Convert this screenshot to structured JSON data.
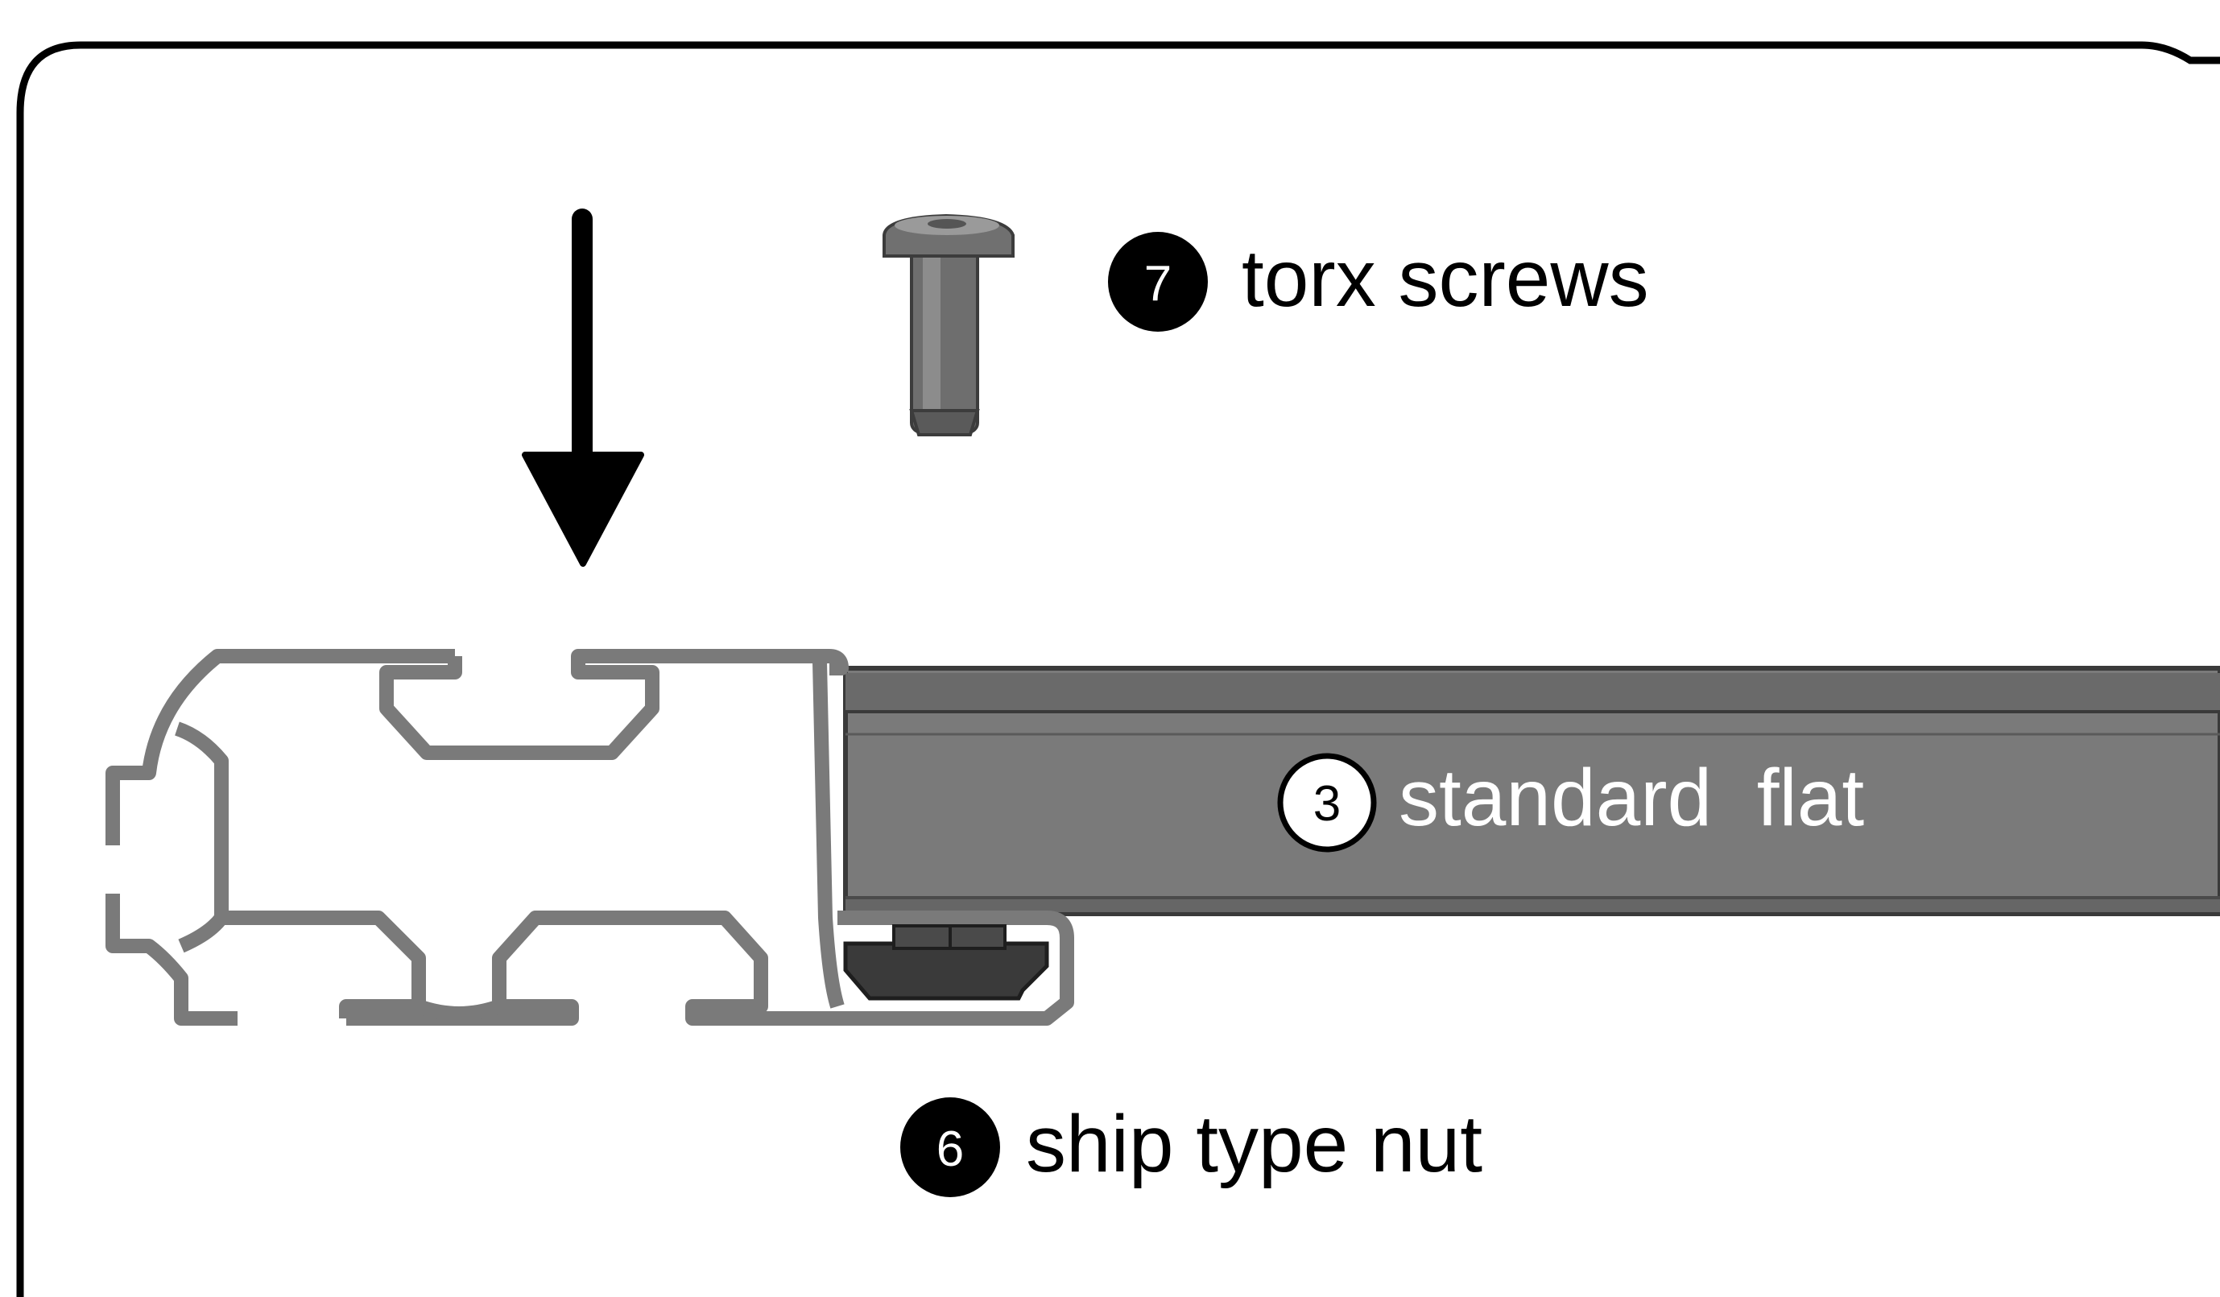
{
  "labels": {
    "screws": {
      "number": "7",
      "text": "torx screws"
    },
    "flat": {
      "number": "3",
      "text": "standard  flat"
    },
    "nut": {
      "number": "6",
      "text": "ship type nut"
    }
  },
  "colors": {
    "frame": "#000000",
    "profile_stroke": "#787878",
    "flat_body": "#7a7a7a",
    "nut": "#3a3a3a",
    "arrow": "#000000"
  }
}
